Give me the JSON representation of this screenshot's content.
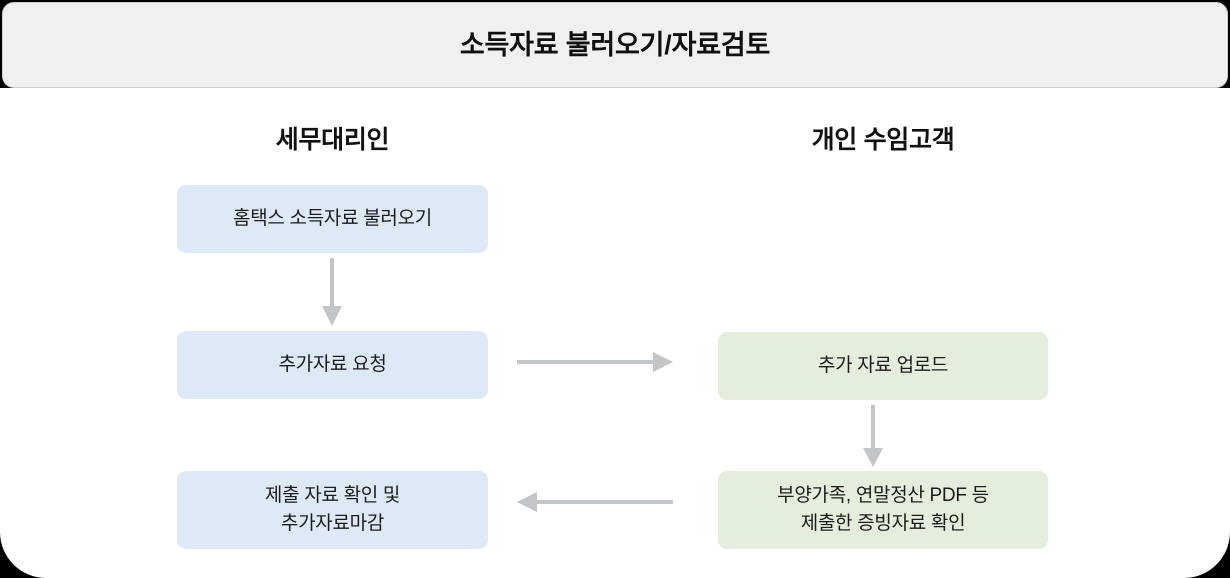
{
  "header": {
    "title": "소득자료 불러오기/자료검토"
  },
  "columns": [
    {
      "id": "tax-agent",
      "heading": "세무대리인"
    },
    {
      "id": "individual-client",
      "heading": "개인 수임고객"
    }
  ],
  "boxes": {
    "agent_1": {
      "text": "홈택스 소득자료 불러오기",
      "color": "#dde9f6"
    },
    "agent_2": {
      "text": "추가자료 요청",
      "color": "#dde9f6"
    },
    "agent_3_line1": "제출 자료 확인 및",
    "agent_3_line2": "추가자료마감",
    "client_1": {
      "text": "추가 자료 업로드",
      "color": "#e3eedc"
    },
    "client_2_line1": "부양가족, 연말정산 PDF 등",
    "client_2_line2": "제출한 증빙자료 확인"
  },
  "arrows": [
    {
      "id": "agent-down",
      "direction": "down"
    },
    {
      "id": "agent-to-client",
      "direction": "right"
    },
    {
      "id": "client-down",
      "direction": "down"
    },
    {
      "id": "client-to-agent",
      "direction": "left"
    }
  ],
  "colors": {
    "page_background": "#000000",
    "header_background": "#f0f0f0",
    "body_background": "#ffffff",
    "box_blue": "#dde9f6",
    "box_green": "#e3eedc",
    "arrow_gray": "#c2c6c9",
    "text": "#1c1c1c"
  }
}
